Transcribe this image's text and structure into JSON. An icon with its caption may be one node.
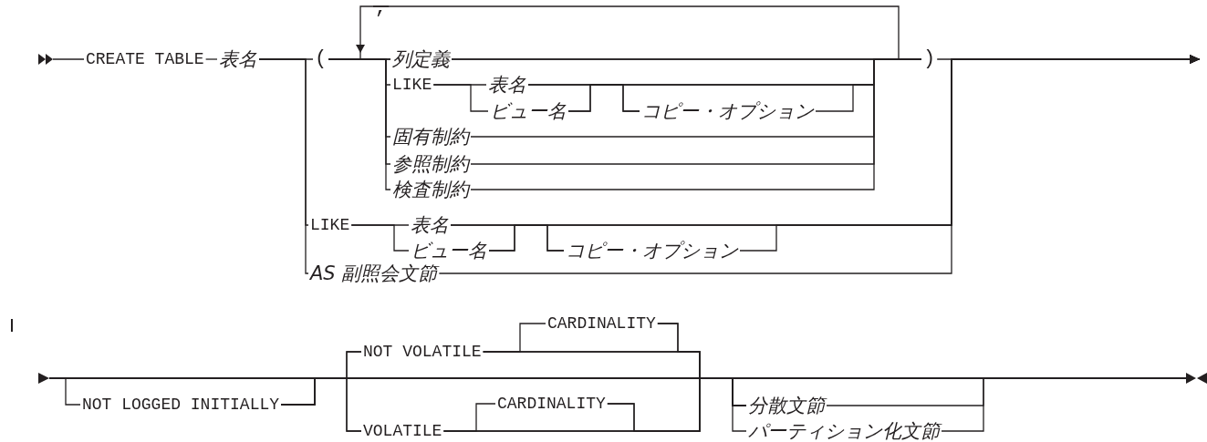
{
  "diagram": {
    "nodes": [
      {
        "text": [
          "CREATE TABLE"
        ]
      },
      {
        "text": [
          "表名"
        ]
      },
      {
        "text": [
          "("
        ]
      },
      {
        "text": [
          ","
        ]
      },
      {
        "text": [
          "列定義"
        ]
      },
      {
        "text": [
          "LIKE"
        ]
      },
      {
        "text": [
          "表名"
        ]
      },
      {
        "text": [
          "ビュー名"
        ]
      },
      {
        "text": [
          "コピー・オプション"
        ]
      },
      {
        "text": [
          "固有制約"
        ]
      },
      {
        "text": [
          "参照制約"
        ]
      },
      {
        "text": [
          "検査制約"
        ]
      },
      {
        "text": [
          ")"
        ]
      },
      {
        "text": [
          "LIKE"
        ]
      },
      {
        "text": [
          "表名"
        ]
      },
      {
        "text": [
          "ビュー名"
        ]
      },
      {
        "text": [
          "コピー・オプション"
        ]
      },
      {
        "text": [
          "AS 副照会文節"
        ]
      },
      {
        "text": [
          "NOT LOGGED INITIALLY"
        ]
      },
      {
        "text": [
          "NOT VOLATILE"
        ]
      },
      {
        "text": [
          "CARDINALITY"
        ]
      },
      {
        "text": [
          "VOLATILE"
        ]
      },
      {
        "text": [
          "CARDINALITY"
        ]
      },
      {
        "text": [
          "分散文節"
        ]
      },
      {
        "text": [
          "パーティション化文節"
        ]
      },
      {
        "text": [],
        "shape": "triangle"
      },
      {
        "text": [],
        "shape": "triangle"
      },
      {
        "text": [],
        "shape": "triangle"
      }
    ],
    "edges": [
      {
        "from": 25,
        "to": 0,
        "arrow": "none"
      },
      {
        "from": 0,
        "to": 1,
        "arrow": "none"
      },
      {
        "from": 1,
        "to": 2,
        "arrow": "none"
      },
      {
        "from": 1,
        "to": 13,
        "arrow": "none"
      },
      {
        "from": 1,
        "to": 17,
        "arrow": "none"
      },
      {
        "from": 2,
        "to": 4,
        "arrow": "none"
      },
      {
        "from": 2,
        "to": 5,
        "arrow": "none"
      },
      {
        "from": 2,
        "to": 9,
        "arrow": "none"
      },
      {
        "from": 2,
        "to": 10,
        "arrow": "none"
      },
      {
        "from": 2,
        "to": 11,
        "arrow": "none"
      },
      {
        "from": 5,
        "to": 6,
        "arrow": "none"
      },
      {
        "from": 5,
        "to": 7,
        "arrow": "none"
      },
      {
        "from": 6,
        "to": 8,
        "arrow": "none"
      },
      {
        "from": 7,
        "to": 8,
        "arrow": "none"
      },
      {
        "from": 6,
        "to": 12,
        "arrow": "none"
      },
      {
        "from": 7,
        "to": 12,
        "arrow": "none"
      },
      {
        "from": 8,
        "to": 12,
        "arrow": "none"
      },
      {
        "from": 4,
        "to": 12,
        "arrow": "none"
      },
      {
        "from": 9,
        "to": 12,
        "arrow": "none"
      },
      {
        "from": 10,
        "to": 12,
        "arrow": "none"
      },
      {
        "from": 11,
        "to": 12,
        "arrow": "none"
      },
      {
        "from": 4,
        "to": 3,
        "arrow": "none"
      },
      {
        "from": 3,
        "to": 4,
        "arrow": "to"
      },
      {
        "from": 12,
        "to": null,
        "arrow": "to"
      },
      {
        "from": 13,
        "to": 14,
        "arrow": "none"
      },
      {
        "from": 13,
        "to": 15,
        "arrow": "none"
      },
      {
        "from": 14,
        "to": 16,
        "arrow": "none"
      },
      {
        "from": 15,
        "to": 16,
        "arrow": "none"
      },
      {
        "from": 14,
        "to": null,
        "arrow": "to"
      },
      {
        "from": 15,
        "to": null,
        "arrow": "to"
      },
      {
        "from": 16,
        "to": null,
        "arrow": "to"
      },
      {
        "from": 17,
        "to": null,
        "arrow": "to"
      },
      {
        "from": 26,
        "to": 18,
        "arrow": "none"
      },
      {
        "from": 26,
        "to": 19,
        "arrow": "none"
      },
      {
        "from": 26,
        "to": 21,
        "arrow": "none"
      },
      {
        "from": 18,
        "to": 19,
        "arrow": "none"
      },
      {
        "from": 18,
        "to": 21,
        "arrow": "none"
      },
      {
        "from": 19,
        "to": 20,
        "arrow": "none"
      },
      {
        "from": 20,
        "to": 23,
        "arrow": "none"
      },
      {
        "from": 19,
        "to": 23,
        "arrow": "none"
      },
      {
        "from": 21,
        "to": 22,
        "arrow": "none"
      },
      {
        "from": 22,
        "to": 23,
        "arrow": "none"
      },
      {
        "from": 21,
        "to": 23,
        "arrow": "none"
      },
      {
        "from": 23,
        "to": 27,
        "arrow": "none"
      },
      {
        "from": 24,
        "to": 27,
        "arrow": "none"
      },
      {
        "from": 26,
        "to": 23,
        "arrow": "none"
      },
      {
        "from": 18,
        "to": 23,
        "arrow": "none"
      },
      {
        "from": 19,
        "to": 27,
        "arrow": "none"
      },
      {
        "from": 20,
        "to": 27,
        "arrow": "none"
      },
      {
        "from": 21,
        "to": 27,
        "arrow": "none"
      },
      {
        "from": 22,
        "to": 27,
        "arrow": "none"
      },
      {
        "from": 18,
        "to": 27,
        "arrow": "none"
      },
      {
        "from": 26,
        "to": 24,
        "arrow": "none"
      }
    ]
  }
}
